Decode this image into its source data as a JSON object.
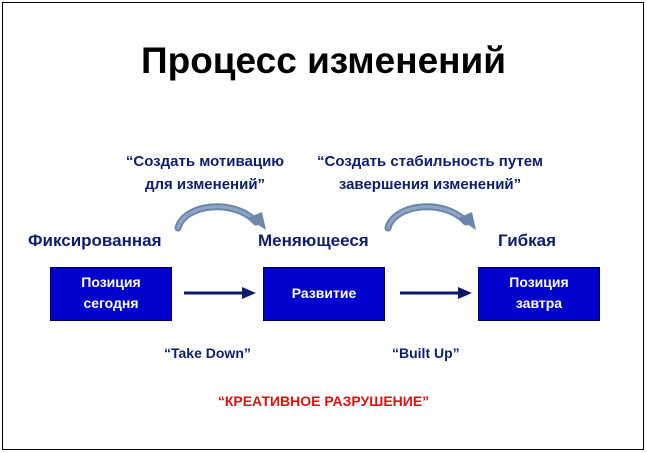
{
  "title": "Процесс изменений",
  "quotes": [
    {
      "line1": "“Создать мотивацию",
      "line2": "для изменений”"
    },
    {
      "line1": "“Создать стабильность путем",
      "line2": "завершения изменений”"
    }
  ],
  "states": [
    "Фиксированная",
    "Меняющееся",
    "Гибкая"
  ],
  "boxes": [
    {
      "line1": "Позиция",
      "line2": "сегодня"
    },
    {
      "line1": "Развитие",
      "line2": ""
    },
    {
      "line1": "Позиция",
      "line2": "завтра"
    }
  ],
  "steps": [
    "“Take Down”",
    "“Built Up”"
  ],
  "footer": "“КРЕАТИВНОЕ РАЗРУШЕНИЕ”",
  "colors": {
    "box_fill": "#0000cc",
    "text_navy": "#0f1d6e",
    "arrow": "#0d1a6b",
    "curve": "#6b86a8",
    "footer": "#e01010"
  }
}
